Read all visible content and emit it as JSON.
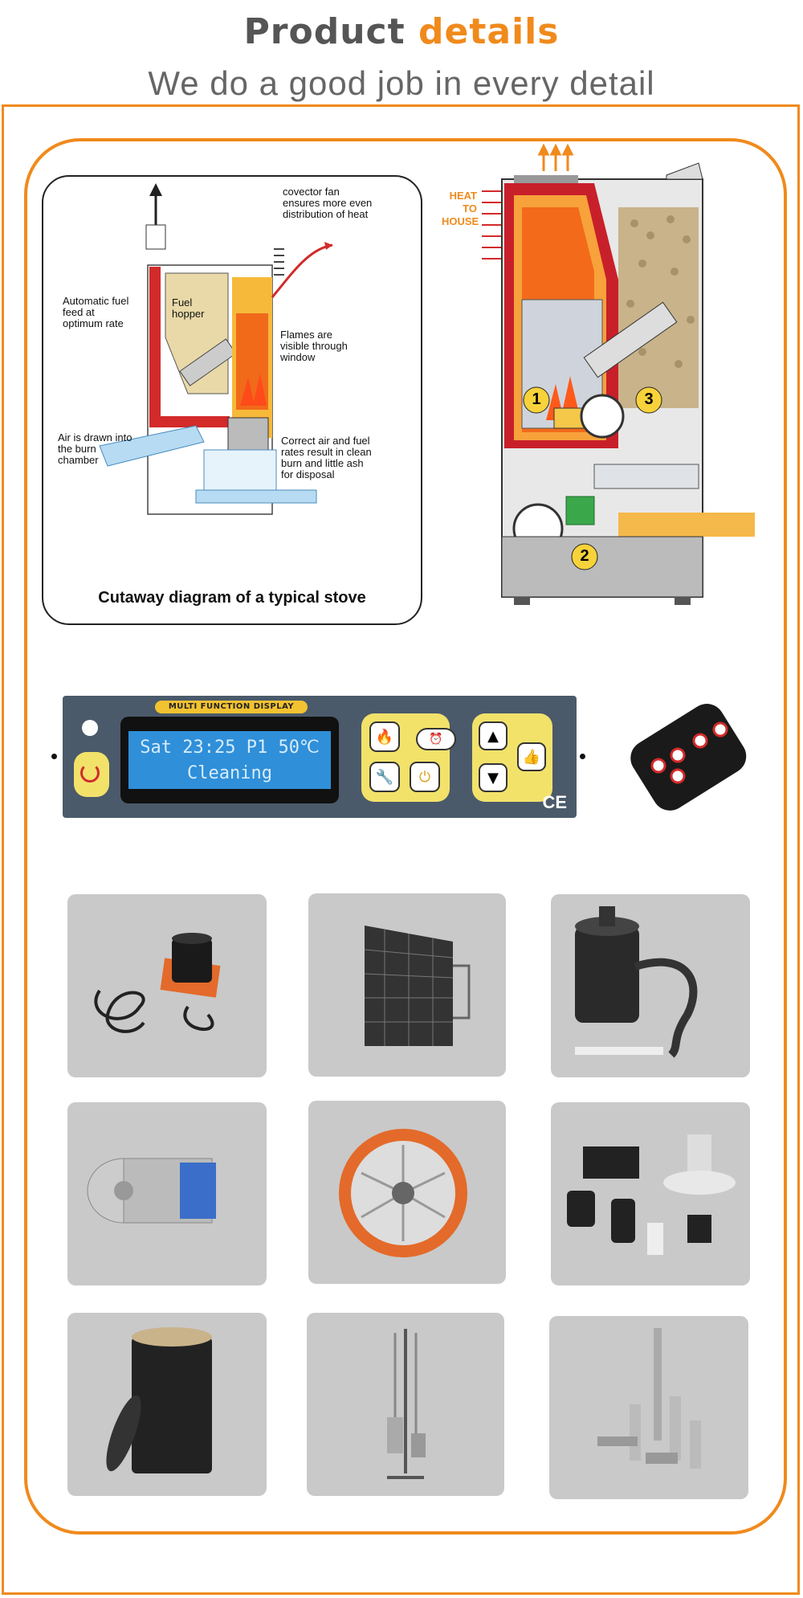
{
  "header": {
    "title_part1": "Product",
    "title_part2": "details",
    "subtitle": "We do a good job in every detail"
  },
  "diagram1": {
    "caption": "Cutaway diagram of a typical stove",
    "labels": {
      "fan": "covector fan ensures more even distribution of heat",
      "auto": "Automatic fuel feed at optimum rate",
      "hopper": "Fuel hopper",
      "flames": "Flames are visible through window",
      "air": "Air is drawn into the burn chamber",
      "correct": "Correct air and fuel rates result in clean burn and little ash for disposal"
    }
  },
  "diagram2": {
    "heat_l1": "HEAT",
    "heat_l2": "TO",
    "heat_l3": "HOUSE",
    "n1": "1",
    "n2": "2",
    "n3": "3"
  },
  "control_panel": {
    "title": "MULTI FUNCTION DISPLAY",
    "lcd_line1": "Sat 23:25 P1 50℃",
    "lcd_line2": "Cleaning",
    "ce": "CE"
  },
  "products": [
    {
      "icon": "igniter-icon"
    },
    {
      "icon": "ash-basket-icon"
    },
    {
      "icon": "ash-vacuum-icon"
    },
    {
      "icon": "auger-motor-icon"
    },
    {
      "icon": "fan-impeller-icon"
    },
    {
      "icon": "flue-adapter-icon"
    },
    {
      "icon": "pellet-bin-icon"
    },
    {
      "icon": "fireplace-tool-set-icon"
    },
    {
      "icon": "chimney-pipe-kit-icon"
    }
  ],
  "colors": {
    "accent": "#f08a1c",
    "panel": "#4a5a6a",
    "lcd": "#2f8fd8",
    "button_yellow": "#f2e26a",
    "card": "#c9c9c9"
  }
}
